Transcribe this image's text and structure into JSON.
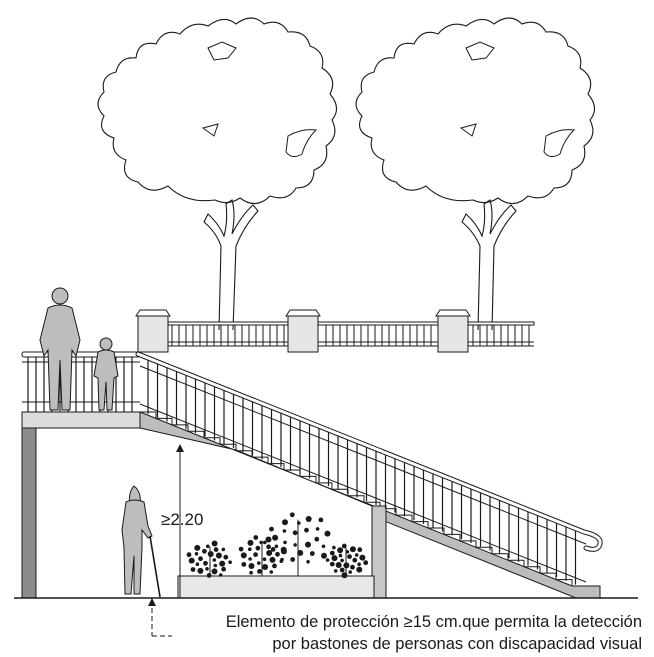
{
  "figure": {
    "clearance_label": "≥2.20",
    "note_line_1": "Elemento de protección ≥15 cm.que permita la detección",
    "note_line_2": "por bastones de personas con discapacidad visual"
  },
  "palette": {
    "line": "#1a1a1a",
    "fill_light": "#dcdcdc",
    "fill_mid": "#b4b4b4",
    "fill_dark": "#8c8c8c",
    "person": "#bdbdbd"
  }
}
